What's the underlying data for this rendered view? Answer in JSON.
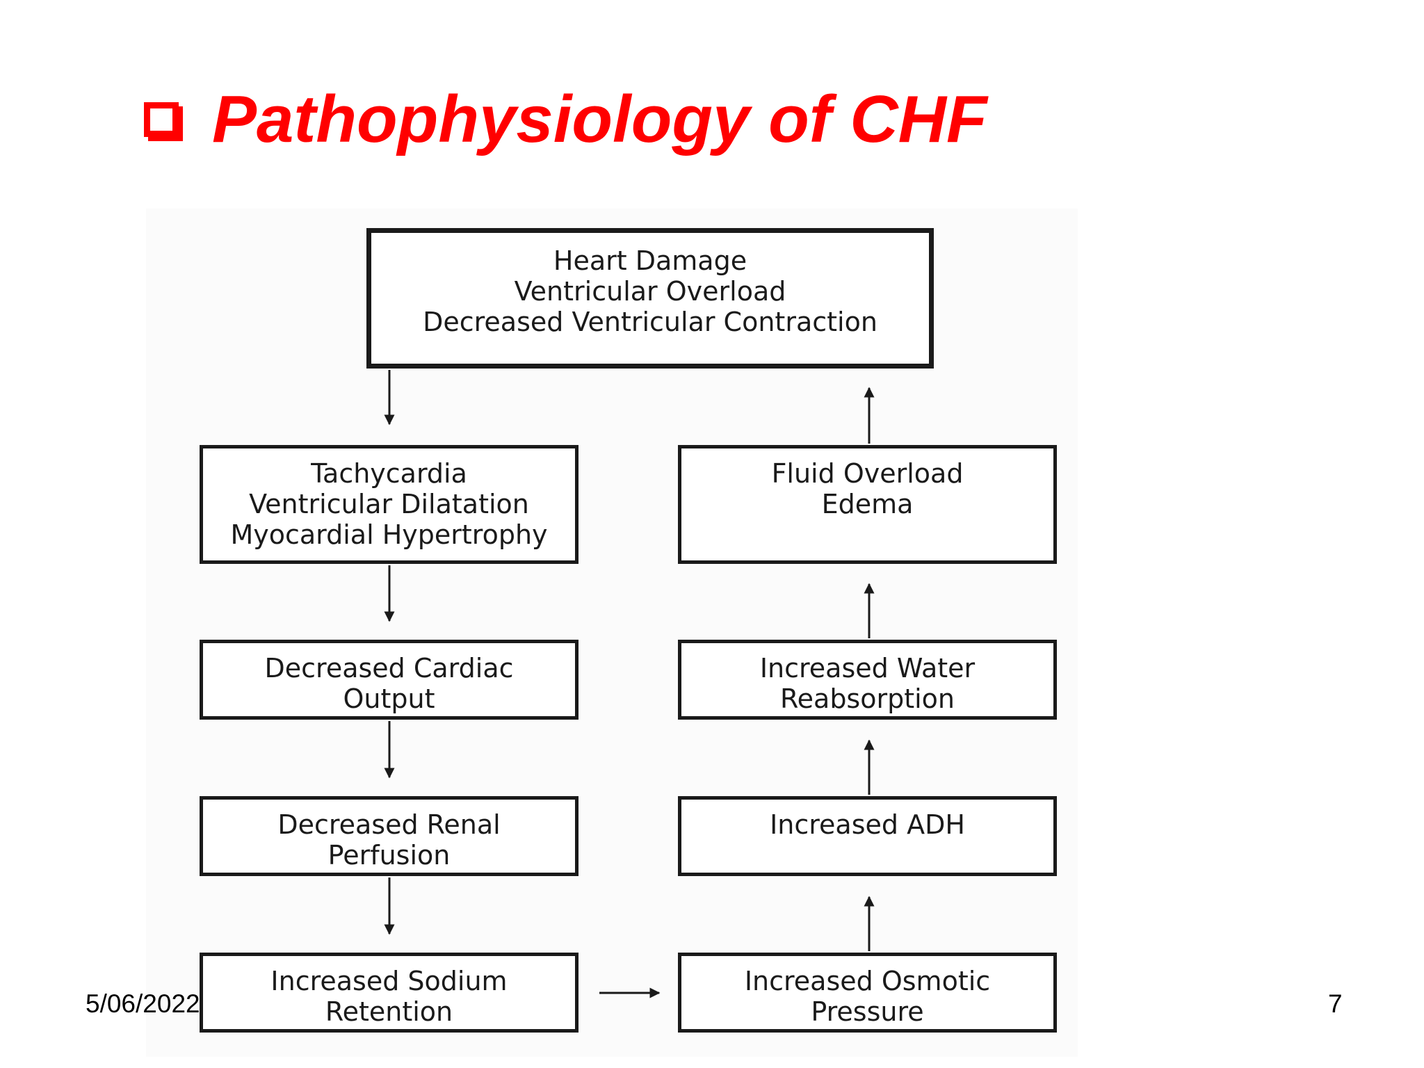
{
  "slide": {
    "title": "Pathophysiology of CHF",
    "title_color": "#ff0000",
    "footer_date": "5/06/2022",
    "page_number": "7"
  },
  "diagram": {
    "top_box": {
      "lines": [
        "Heart Damage",
        "Ventricular Overload",
        "Decreased Ventricular Contraction"
      ]
    },
    "left_column": [
      {
        "lines": [
          "Tachycardia",
          "Ventricular Dilatation",
          "Myocardial Hypertrophy"
        ]
      },
      {
        "lines": [
          "Decreased Cardiac",
          "Output"
        ]
      },
      {
        "lines": [
          "Decreased Renal",
          "Perfusion"
        ]
      },
      {
        "lines": [
          "Increased Sodium",
          "Retention"
        ]
      }
    ],
    "right_column": [
      {
        "lines": [
          "Fluid Overload",
          "Edema"
        ]
      },
      {
        "lines": [
          "Increased Water",
          "Reabsorption"
        ]
      },
      {
        "lines": [
          "Increased ADH"
        ]
      },
      {
        "lines": [
          "Increased Osmotic",
          "Pressure"
        ]
      }
    ]
  }
}
